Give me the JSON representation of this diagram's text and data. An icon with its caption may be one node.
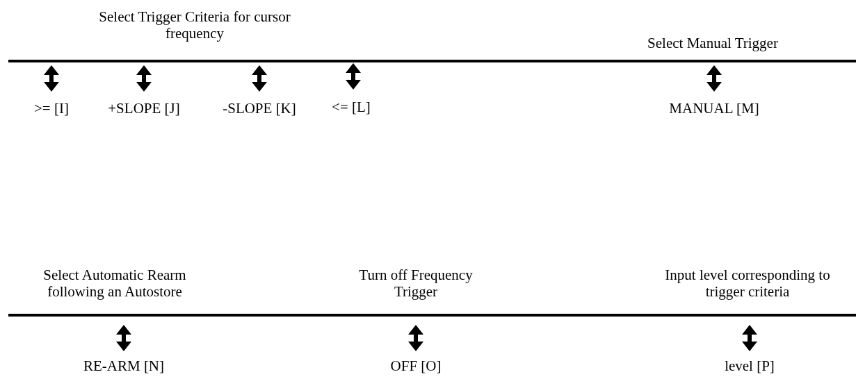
{
  "diagram": {
    "labels": [
      "Select Trigger Criteria for cursor frequency",
      "Select Manual Trigger",
      ">= [I]",
      "+SLOPE [J]",
      "-SLOPE [K]",
      "<= [L]",
      "MANUAL [M]",
      "Select Automatic Rearm following an Autostore",
      "Turn off Frequency Trigger",
      "Input level corresponding to trigger criteria",
      "RE-ARM [N]",
      "OFF [O]",
      "level [P]"
    ]
  }
}
